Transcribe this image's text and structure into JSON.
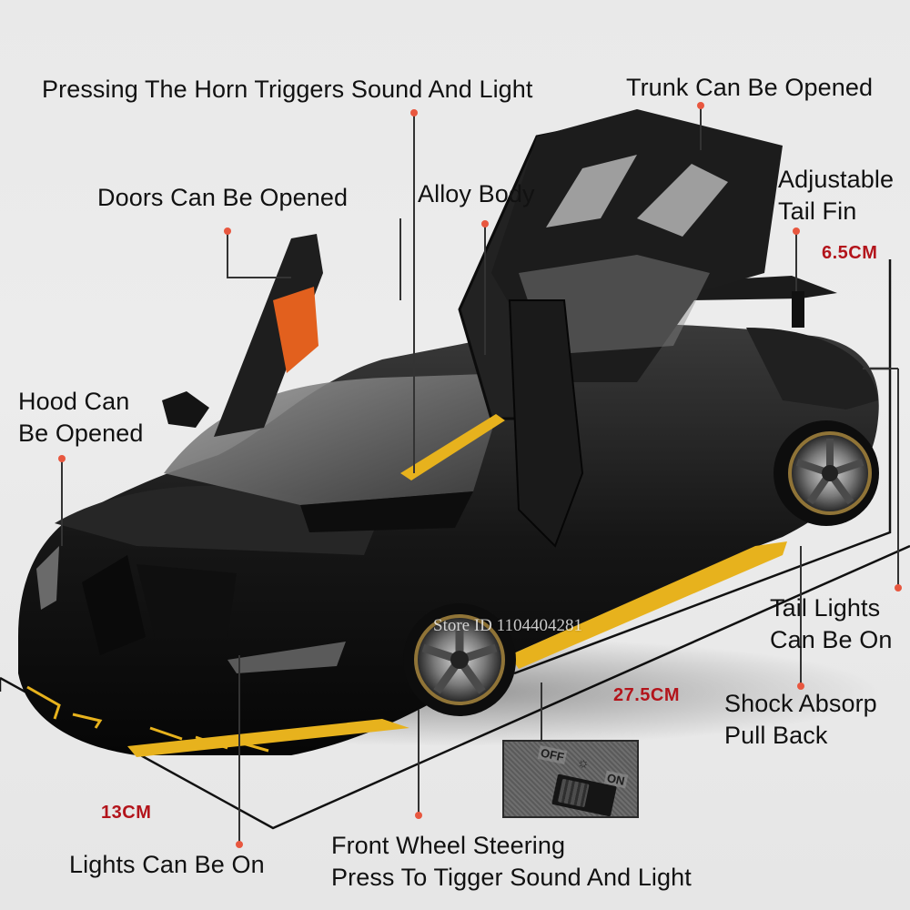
{
  "infographic": {
    "subject": "Die-cast sports car model with opened doors and trunk",
    "callouts": [
      {
        "id": "horn",
        "text": "Pressing The Horn Triggers Sound And Light"
      },
      {
        "id": "trunk",
        "text": "Trunk Can Be Opened"
      },
      {
        "id": "doors",
        "text": "Doors Can Be Opened"
      },
      {
        "id": "alloy",
        "text": "Alloy Body"
      },
      {
        "id": "tail-fin",
        "text": "Adjustable\nTail Fin"
      },
      {
        "id": "hood",
        "text": "Hood Can\nBe Opened"
      },
      {
        "id": "tail-lights",
        "text": "Tail Lights\nCan Be On"
      },
      {
        "id": "shock",
        "text": "Shock Absorp\nPull Back"
      },
      {
        "id": "lights",
        "text": "Lights Can Be On"
      },
      {
        "id": "steering",
        "text": "Front Wheel Steering\nPress To Tigger Sound And Light"
      }
    ],
    "dimensions": {
      "height": "6.5CM",
      "length": "27.5CM",
      "width": "13CM"
    },
    "switch": {
      "off_label": "OFF",
      "on_label": "ON",
      "icon": "sun-light-icon"
    },
    "watermark": "Store ID 1104404281",
    "colors": {
      "callout_dot": "#e8573f",
      "dimension_text": "#b3141b",
      "accent_trim": "#e7b21d",
      "body": "#141414",
      "background": "#e9e9e9"
    }
  }
}
